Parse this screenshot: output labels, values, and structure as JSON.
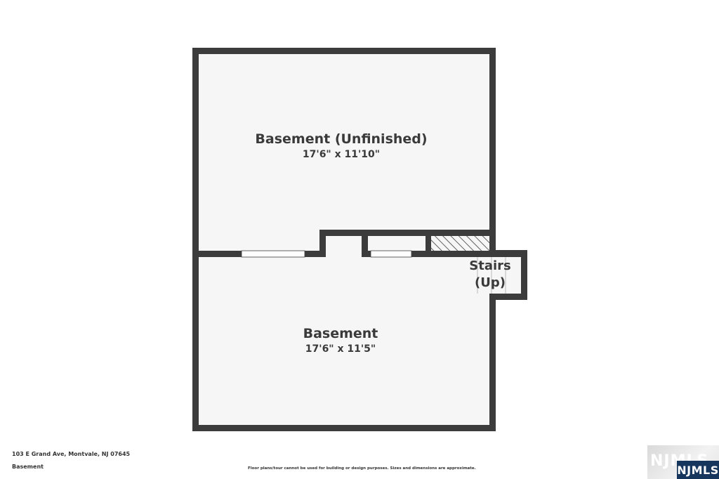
{
  "rooms": {
    "upper": {
      "name": "Basement (Unfinished)",
      "dimensions": "17'6\" x 11'10\""
    },
    "lower": {
      "name": "Basement",
      "dimensions": "17'6\" x 11'5\""
    },
    "stairs": {
      "line1": "Stairs",
      "line2": "(Up)"
    }
  },
  "footer": {
    "address": "103 E Grand Ave, Montvale, NJ 07645",
    "floor": "Basement",
    "disclaimer": "Floor plans/tour cannot be used for building or design purposes. Sizes and dimensions are approximate."
  },
  "logo": {
    "text": "NJMLS",
    "watermark": "NJMLS"
  },
  "colors": {
    "wall": "#3c3c3c",
    "floor": "#f6f6f6",
    "text": "#3a3a3a",
    "logo_bg": "#17365d"
  }
}
